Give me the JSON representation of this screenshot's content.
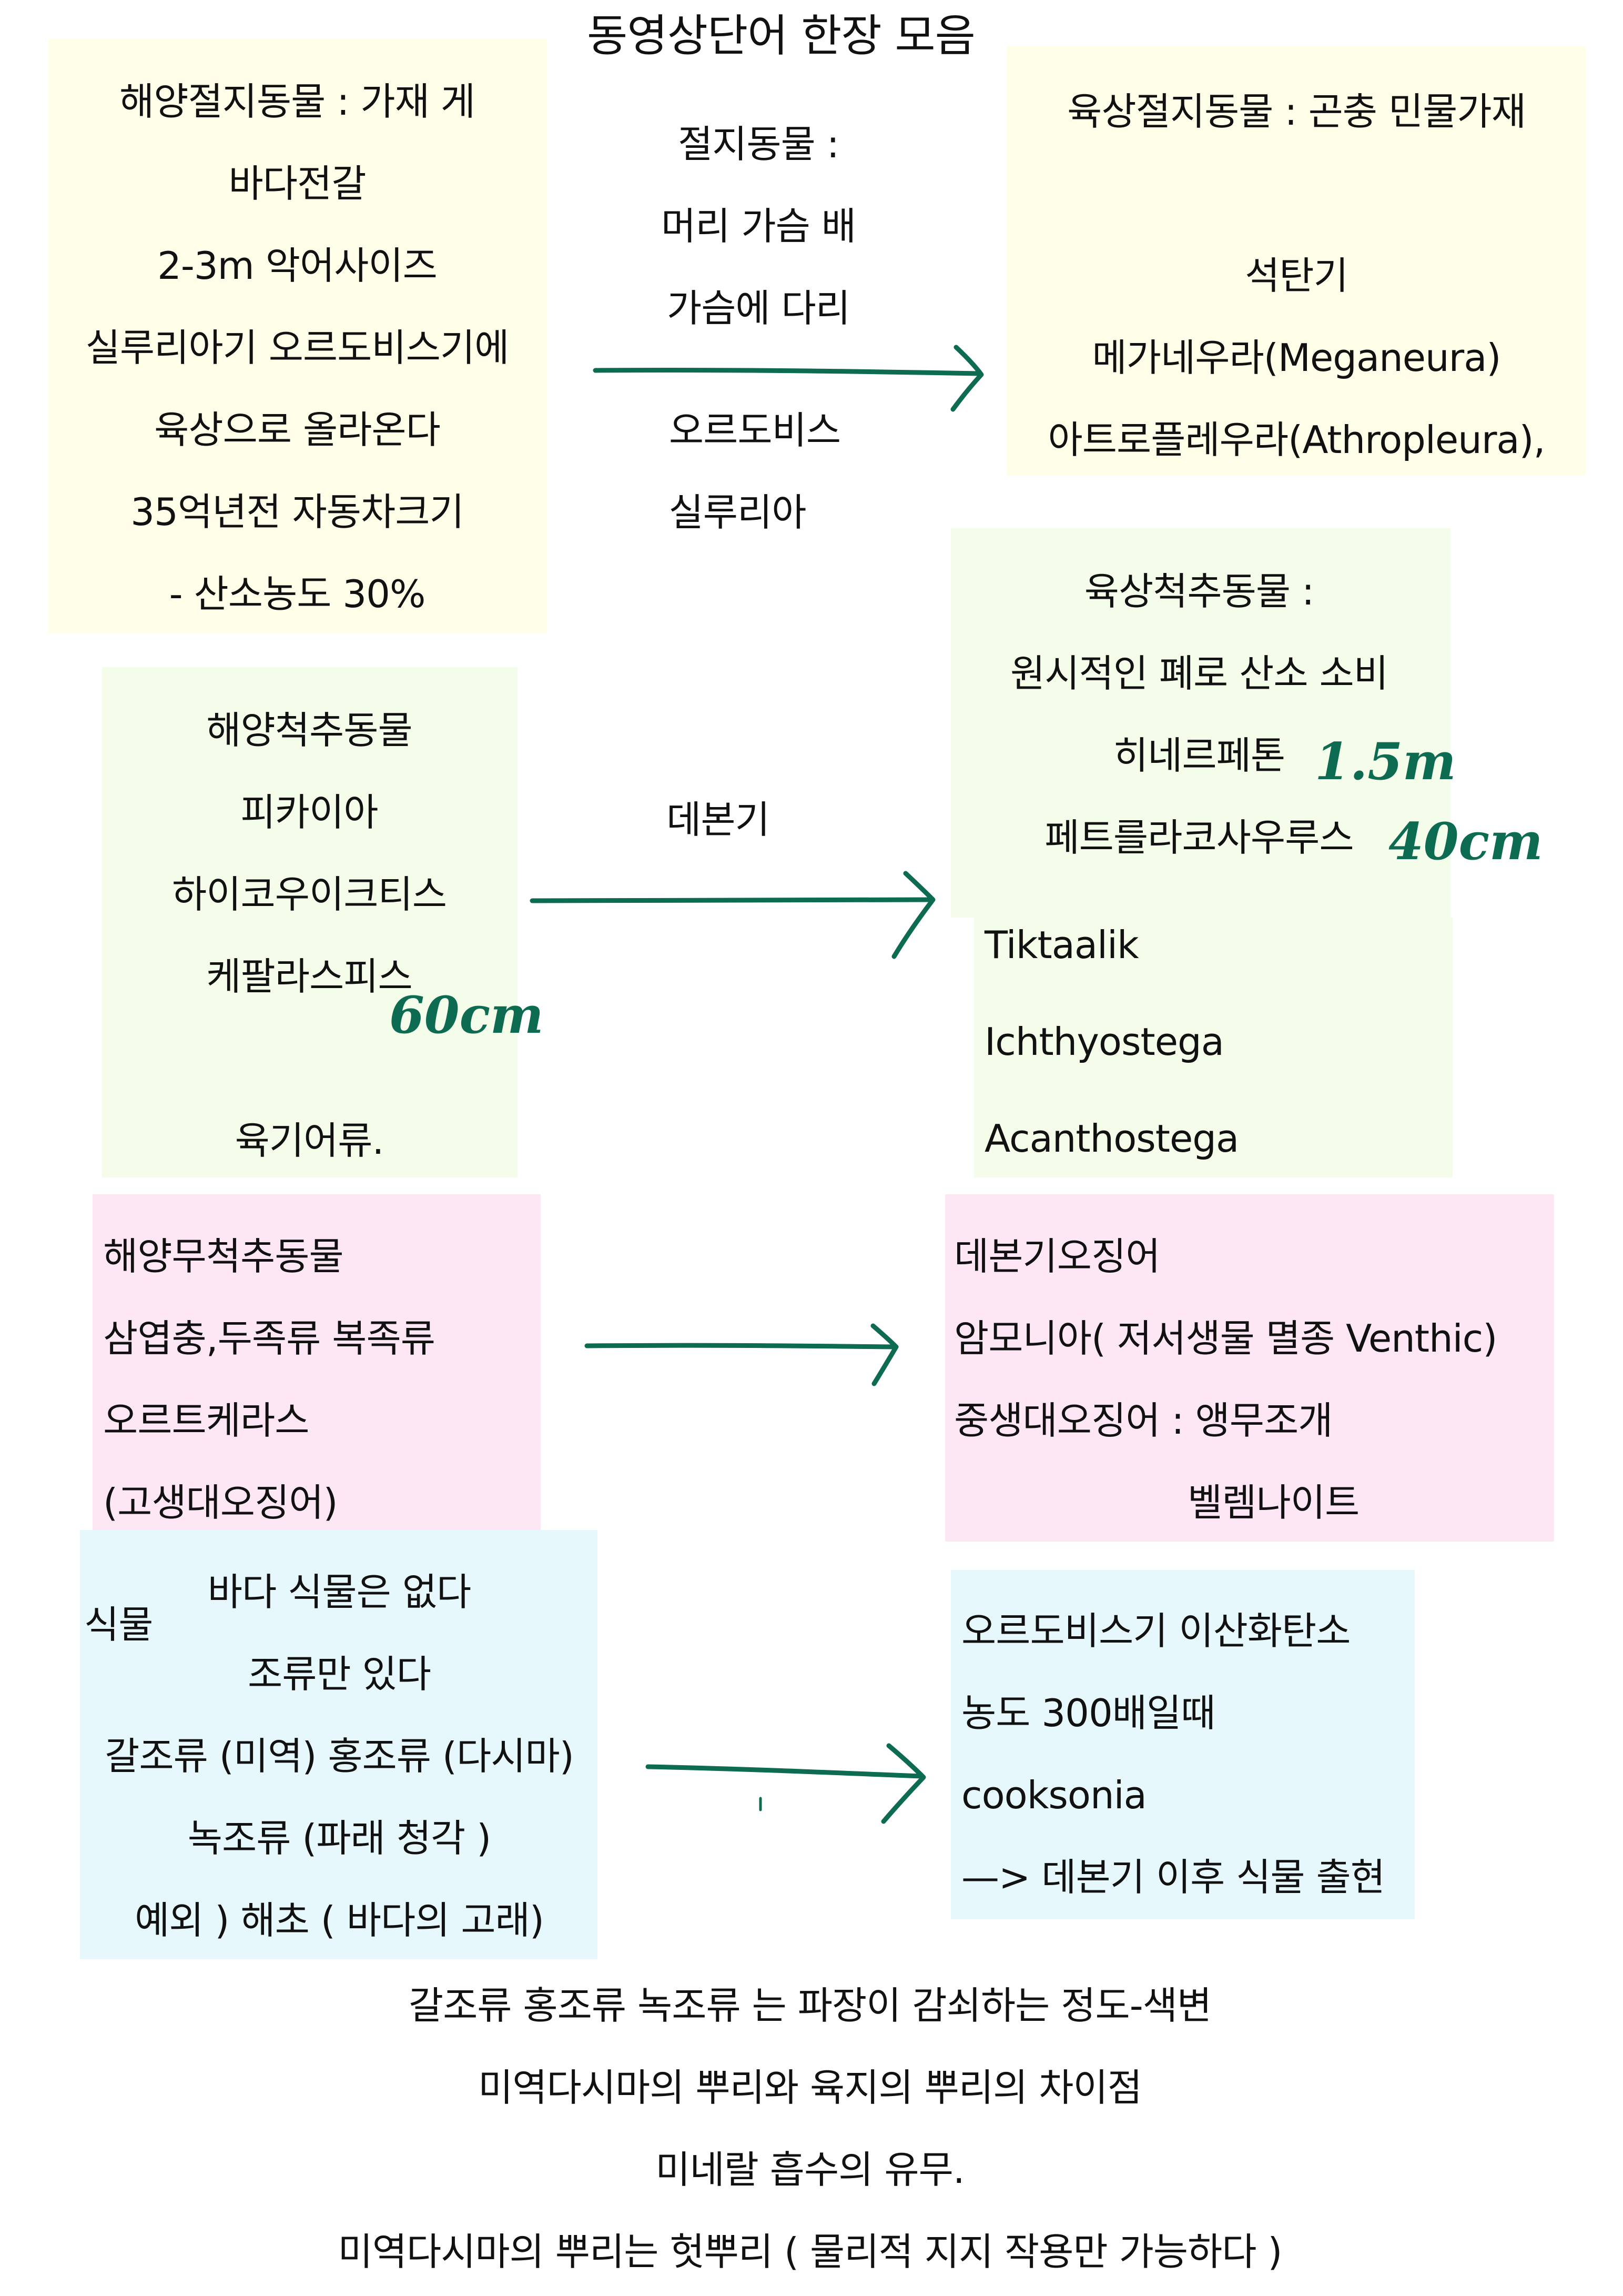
{
  "title": "동영상단어 한장 모음",
  "colors": {
    "yellow": "#fefee9",
    "green": "#f4fde9",
    "pink": "#fde7f4",
    "blue": "#e6f8fc",
    "ink": "#0d6b52"
  },
  "marine_arthropods": {
    "lines": [
      "해양절지동물 : 가재 게",
      "바다전갈",
      "2-3m 악어사이즈",
      "실루리아기 오르도비스기에",
      "육상으로 올라온다",
      "35억년전 자동차크기",
      "- 산소농도 30%"
    ]
  },
  "arthropod_center": {
    "lines": [
      "절지동물 :",
      "머리 가슴 배",
      "가슴에 다리",
      "오르도비스",
      "실루리아"
    ]
  },
  "land_arthropods": {
    "lines": [
      "육상절지동물 : 곤충 민물가재",
      "석탄기",
      "메가네우라(Meganeura)",
      "아트로플레우라(Athropleura),"
    ]
  },
  "marine_vertebrates": {
    "lines": [
      "해양척추동물",
      "피카이아",
      "하이코우이크티스",
      "케팔라스피스",
      "육기어류."
    ],
    "note": "60cm"
  },
  "devonian_label": "데본기",
  "land_vertebrates": {
    "lines": [
      "육상척추동물 :",
      "원시적인 폐로 산소 소비",
      "히네르페톤",
      "페트를라코사우루스",
      "Tiktaalik",
      "Ichthyostega",
      "Acanthostega"
    ],
    "notes": [
      "1.5m",
      "40cm"
    ]
  },
  "marine_invertebrates": {
    "lines": [
      "해양무척추동물",
      "삼엽충,두족류 복족류",
      "오르트케라스",
      "(고생대오징어)"
    ]
  },
  "cephalopods": {
    "lines": [
      "데본기오징어",
      "암모니아( 저서생물 멸종 Venthic)",
      "중생대오징어  : 앵무조개",
      "벨렘나이트"
    ]
  },
  "plants": {
    "side_label": "식물",
    "lines": [
      "바다 식물은 없다",
      "조류만 있다",
      "갈조류 (미역) 홍조류 (다시마)",
      "녹조류 (파래 청각 )",
      "예외 ) 해초 ( 바다의 고래)"
    ]
  },
  "land_plants": {
    "lines": [
      "오르도비스기 이산화탄소",
      "농도 300배일때",
      "cooksonia",
      "—> 데본기 이후 식물 출현"
    ]
  },
  "footer": {
    "lines": [
      "갈조류 홍조류 녹조류 는 파장이 감쇠하는 정도-색변",
      "미역다시마의 뿌리와  육지의 뿌리의 차이점",
      "미네랄 흡수의 유무.",
      "미역다시마의 뿌리는 헛뿌리 ( 물리적 지지 작용만 가능하다 )"
    ]
  }
}
